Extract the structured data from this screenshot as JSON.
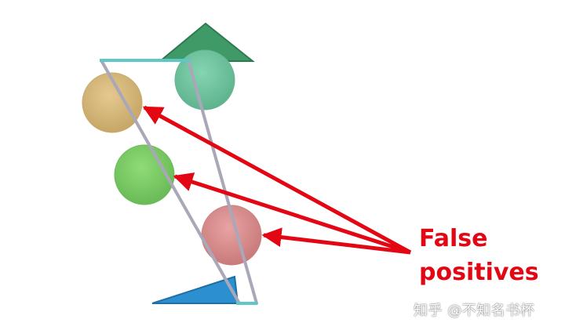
{
  "annotation": {
    "line1": "False",
    "line2": "positives"
  },
  "watermark": "知乎 @不知名书杯",
  "colors": {
    "arrow": "#e30613",
    "label": "#e30613",
    "limb_lines": "#a9a7b8",
    "top_bar": "#5ec8c8",
    "bottom_bar": "#5ec8c8",
    "top_triangle": "#3f9a67",
    "bottom_triangle": "#2b8fd0",
    "circle_tan": "#d8b878",
    "circle_teal": "#6cc6a0",
    "circle_green": "#79cd64",
    "circle_pink": "#da8a8a"
  },
  "icons": {
    "top_shape": "green-triangle",
    "bottom_shape": "blue-triangle"
  }
}
